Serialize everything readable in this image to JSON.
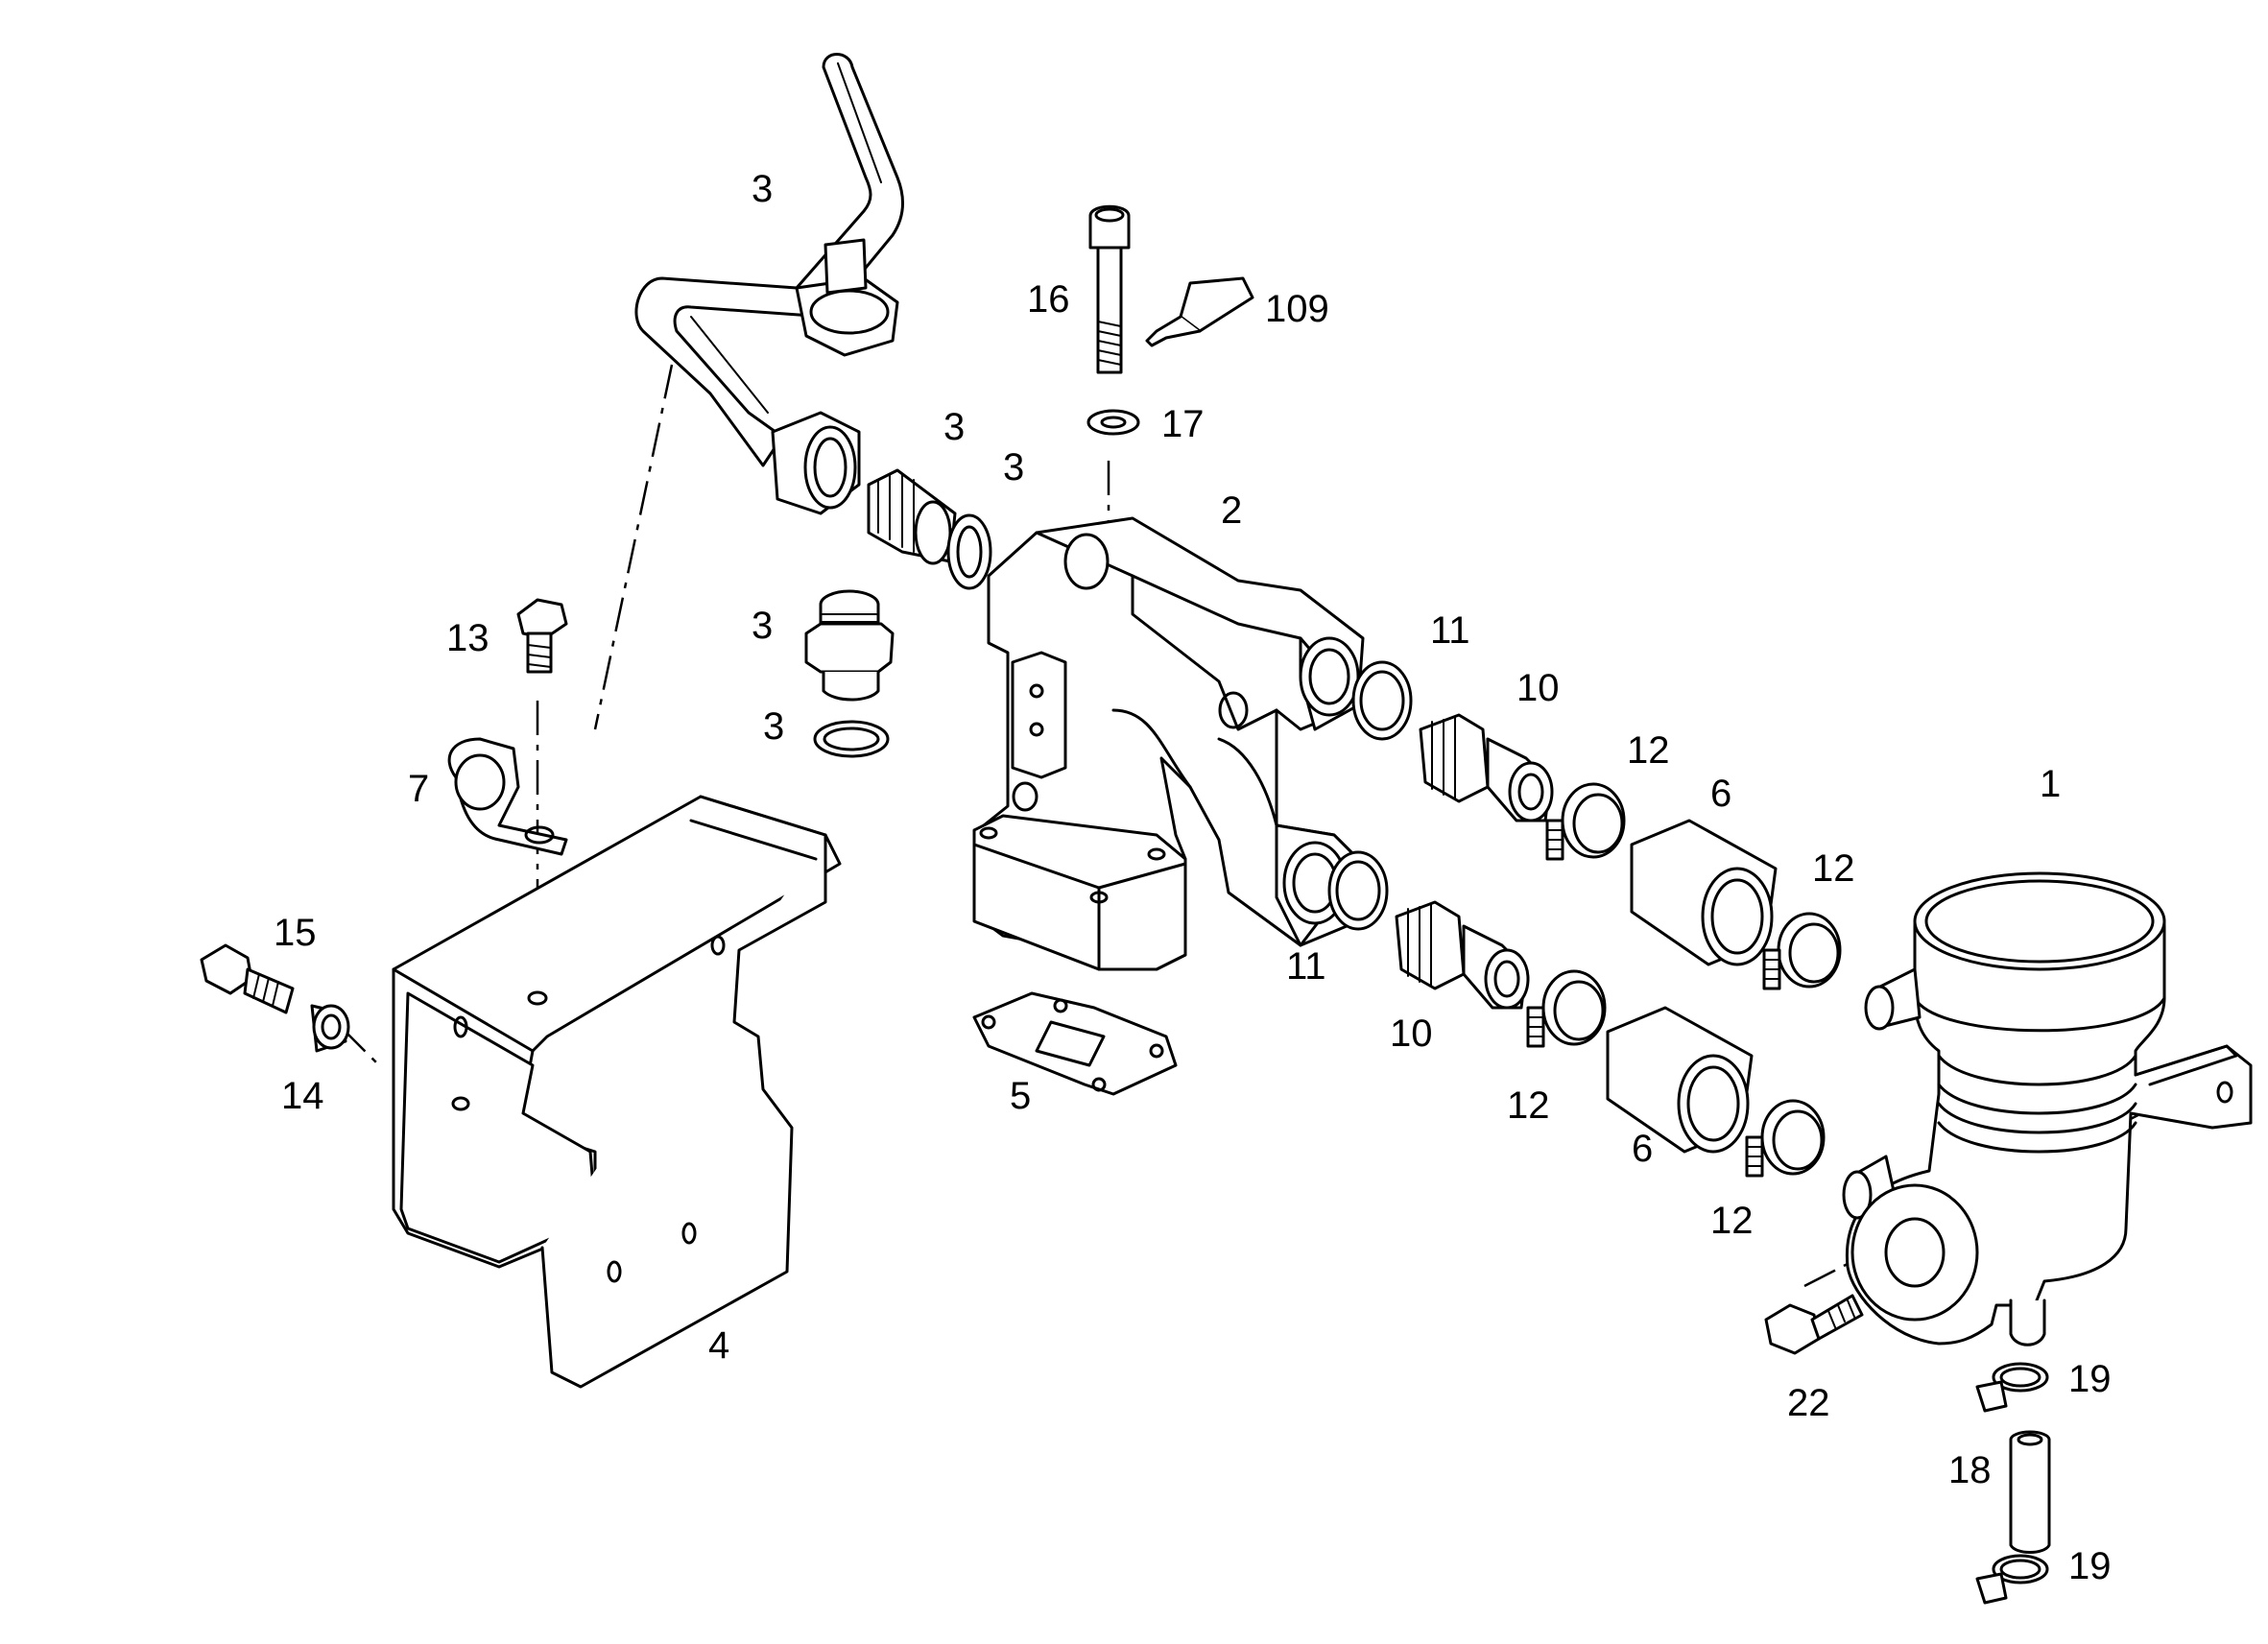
{
  "diagram": {
    "callouts": [
      {
        "id": "c1",
        "text": "1"
      },
      {
        "id": "c2",
        "text": "2"
      },
      {
        "id": "c3a",
        "text": "3"
      },
      {
        "id": "c3b",
        "text": "3"
      },
      {
        "id": "c3c",
        "text": "3"
      },
      {
        "id": "c3d",
        "text": "3"
      },
      {
        "id": "c3e",
        "text": "3"
      },
      {
        "id": "c4",
        "text": "4"
      },
      {
        "id": "c5",
        "text": "5"
      },
      {
        "id": "c6a",
        "text": "6"
      },
      {
        "id": "c6b",
        "text": "6"
      },
      {
        "id": "c7",
        "text": "7"
      },
      {
        "id": "c10a",
        "text": "10"
      },
      {
        "id": "c10b",
        "text": "10"
      },
      {
        "id": "c11a",
        "text": "11"
      },
      {
        "id": "c11b",
        "text": "11"
      },
      {
        "id": "c12a",
        "text": "12"
      },
      {
        "id": "c12b",
        "text": "12"
      },
      {
        "id": "c12c",
        "text": "12"
      },
      {
        "id": "c12d",
        "text": "12"
      },
      {
        "id": "c13",
        "text": "13"
      },
      {
        "id": "c14",
        "text": "14"
      },
      {
        "id": "c15",
        "text": "15"
      },
      {
        "id": "c16",
        "text": "16"
      },
      {
        "id": "c17",
        "text": "17"
      },
      {
        "id": "c18",
        "text": "18"
      },
      {
        "id": "c19a",
        "text": "19"
      },
      {
        "id": "c19b",
        "text": "19"
      },
      {
        "id": "c22",
        "text": "22"
      },
      {
        "id": "c109",
        "text": "109"
      }
    ]
  }
}
